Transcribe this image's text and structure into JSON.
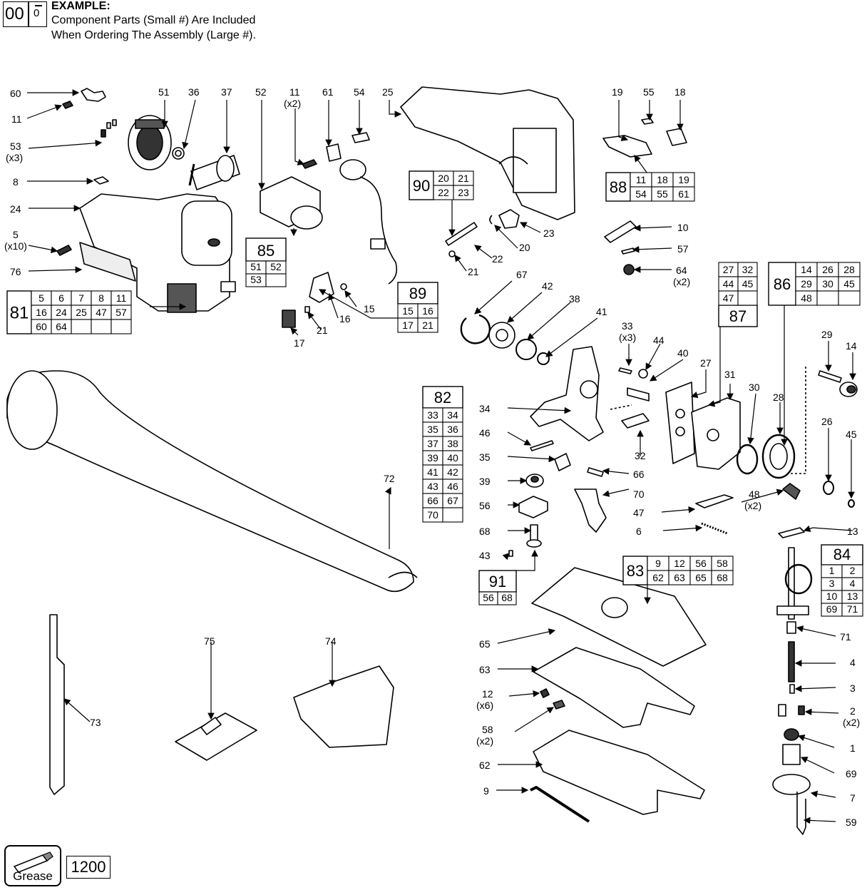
{
  "header": {
    "example_big": "00",
    "example_small": "0",
    "example_title": "EXAMPLE:",
    "example_line1": "Component Parts (Small #) Are Included",
    "example_line2": "When Ordering The Assembly (Large #)."
  },
  "footer": {
    "grease_label": "Grease",
    "grease_code": "1200"
  },
  "callouts": [
    {
      "id": "60",
      "t": "60"
    },
    {
      "id": "11a",
      "t": "11"
    },
    {
      "id": "53",
      "t": "53"
    },
    {
      "id": "53q",
      "t": "(x3)"
    },
    {
      "id": "8",
      "t": "8"
    },
    {
      "id": "24",
      "t": "24"
    },
    {
      "id": "5",
      "t": "5"
    },
    {
      "id": "5q",
      "t": "(x10)"
    },
    {
      "id": "76",
      "t": "76"
    },
    {
      "id": "51",
      "t": "51"
    },
    {
      "id": "36",
      "t": "36"
    },
    {
      "id": "37",
      "t": "37"
    },
    {
      "id": "52",
      "t": "52"
    },
    {
      "id": "11b",
      "t": "11"
    },
    {
      "id": "11bq",
      "t": "(x2)"
    },
    {
      "id": "61",
      "t": "61"
    },
    {
      "id": "54",
      "t": "54"
    },
    {
      "id": "25",
      "t": "25"
    },
    {
      "id": "19",
      "t": "19"
    },
    {
      "id": "55",
      "t": "55"
    },
    {
      "id": "18",
      "t": "18"
    },
    {
      "id": "22",
      "t": "22"
    },
    {
      "id": "20",
      "t": "20"
    },
    {
      "id": "23",
      "t": "23"
    },
    {
      "id": "21a",
      "t": "21"
    },
    {
      "id": "10",
      "t": "10"
    },
    {
      "id": "57",
      "t": "57"
    },
    {
      "id": "64",
      "t": "64"
    },
    {
      "id": "64q",
      "t": "(x2)"
    },
    {
      "id": "15",
      "t": "15"
    },
    {
      "id": "16",
      "t": "16"
    },
    {
      "id": "21b",
      "t": "21"
    },
    {
      "id": "17",
      "t": "17"
    },
    {
      "id": "67",
      "t": "67"
    },
    {
      "id": "42",
      "t": "42"
    },
    {
      "id": "38",
      "t": "38"
    },
    {
      "id": "41",
      "t": "41"
    },
    {
      "id": "33",
      "t": "33"
    },
    {
      "id": "33q",
      "t": "(x3)"
    },
    {
      "id": "44",
      "t": "44"
    },
    {
      "id": "40",
      "t": "40"
    },
    {
      "id": "27",
      "t": "27"
    },
    {
      "id": "31",
      "t": "31"
    },
    {
      "id": "30",
      "t": "30"
    },
    {
      "id": "28",
      "t": "28"
    },
    {
      "id": "29",
      "t": "29"
    },
    {
      "id": "14",
      "t": "14"
    },
    {
      "id": "26",
      "t": "26"
    },
    {
      "id": "45",
      "t": "45"
    },
    {
      "id": "34",
      "t": "34"
    },
    {
      "id": "46",
      "t": "46"
    },
    {
      "id": "35",
      "t": "35"
    },
    {
      "id": "39",
      "t": "39"
    },
    {
      "id": "56",
      "t": "56"
    },
    {
      "id": "68",
      "t": "68"
    },
    {
      "id": "43",
      "t": "43"
    },
    {
      "id": "32",
      "t": "32"
    },
    {
      "id": "66",
      "t": "66"
    },
    {
      "id": "70",
      "t": "70"
    },
    {
      "id": "47",
      "t": "47"
    },
    {
      "id": "6",
      "t": "6"
    },
    {
      "id": "48",
      "t": "48"
    },
    {
      "id": "48q",
      "t": "(x2)"
    },
    {
      "id": "13",
      "t": "13"
    },
    {
      "id": "72",
      "t": "72"
    },
    {
      "id": "65",
      "t": "65"
    },
    {
      "id": "63",
      "t": "63"
    },
    {
      "id": "12",
      "t": "12"
    },
    {
      "id": "12q",
      "t": "(x6)"
    },
    {
      "id": "58",
      "t": "58"
    },
    {
      "id": "58q",
      "t": "(x2)"
    },
    {
      "id": "62",
      "t": "62"
    },
    {
      "id": "9",
      "t": "9"
    },
    {
      "id": "71",
      "t": "71"
    },
    {
      "id": "4",
      "t": "4"
    },
    {
      "id": "3",
      "t": "3"
    },
    {
      "id": "2",
      "t": "2"
    },
    {
      "id": "2q",
      "t": "(x2)"
    },
    {
      "id": "1",
      "t": "1"
    },
    {
      "id": "69",
      "t": "69"
    },
    {
      "id": "7",
      "t": "7"
    },
    {
      "id": "59",
      "t": "59"
    },
    {
      "id": "73",
      "t": "73"
    },
    {
      "id": "75",
      "t": "75"
    },
    {
      "id": "74",
      "t": "74"
    }
  ],
  "kits": [
    {
      "id": "81",
      "label": "81",
      "parts": [
        "5",
        "6",
        "7",
        "8",
        "11",
        "16",
        "24",
        "25",
        "47",
        "57",
        "60",
        "64",
        "",
        "",
        ""
      ]
    },
    {
      "id": "85",
      "label": "85",
      "parts": [
        "51",
        "52",
        "53",
        ""
      ]
    },
    {
      "id": "89",
      "label": "89",
      "parts": [
        "15",
        "16",
        "17",
        "21"
      ]
    },
    {
      "id": "90",
      "label": "90",
      "parts": [
        "20",
        "21",
        "22",
        "23"
      ]
    },
    {
      "id": "88",
      "label": "88",
      "parts": [
        "11",
        "18",
        "19",
        "54",
        "55",
        "61"
      ]
    },
    {
      "id": "86",
      "label": "86",
      "parts": [
        "14",
        "26",
        "28",
        "29",
        "30",
        "45",
        "48",
        "",
        ""
      ]
    },
    {
      "id": "87",
      "label": "87",
      "parts": [
        "27",
        "32",
        "44",
        "45",
        "47",
        ""
      ]
    },
    {
      "id": "82",
      "label": "82",
      "parts": [
        "33",
        "34",
        "35",
        "36",
        "37",
        "38",
        "39",
        "40",
        "41",
        "42",
        "43",
        "46",
        "66",
        "67",
        "70",
        ""
      ]
    },
    {
      "id": "91",
      "label": "91",
      "parts": [
        "56",
        "68"
      ]
    },
    {
      "id": "83",
      "label": "83",
      "parts": [
        "9",
        "12",
        "56",
        "58",
        "62",
        "63",
        "65",
        "68"
      ]
    },
    {
      "id": "84",
      "label": "84",
      "parts": [
        "1",
        "2",
        "3",
        "4",
        "10",
        "13",
        "69",
        "71"
      ]
    }
  ]
}
